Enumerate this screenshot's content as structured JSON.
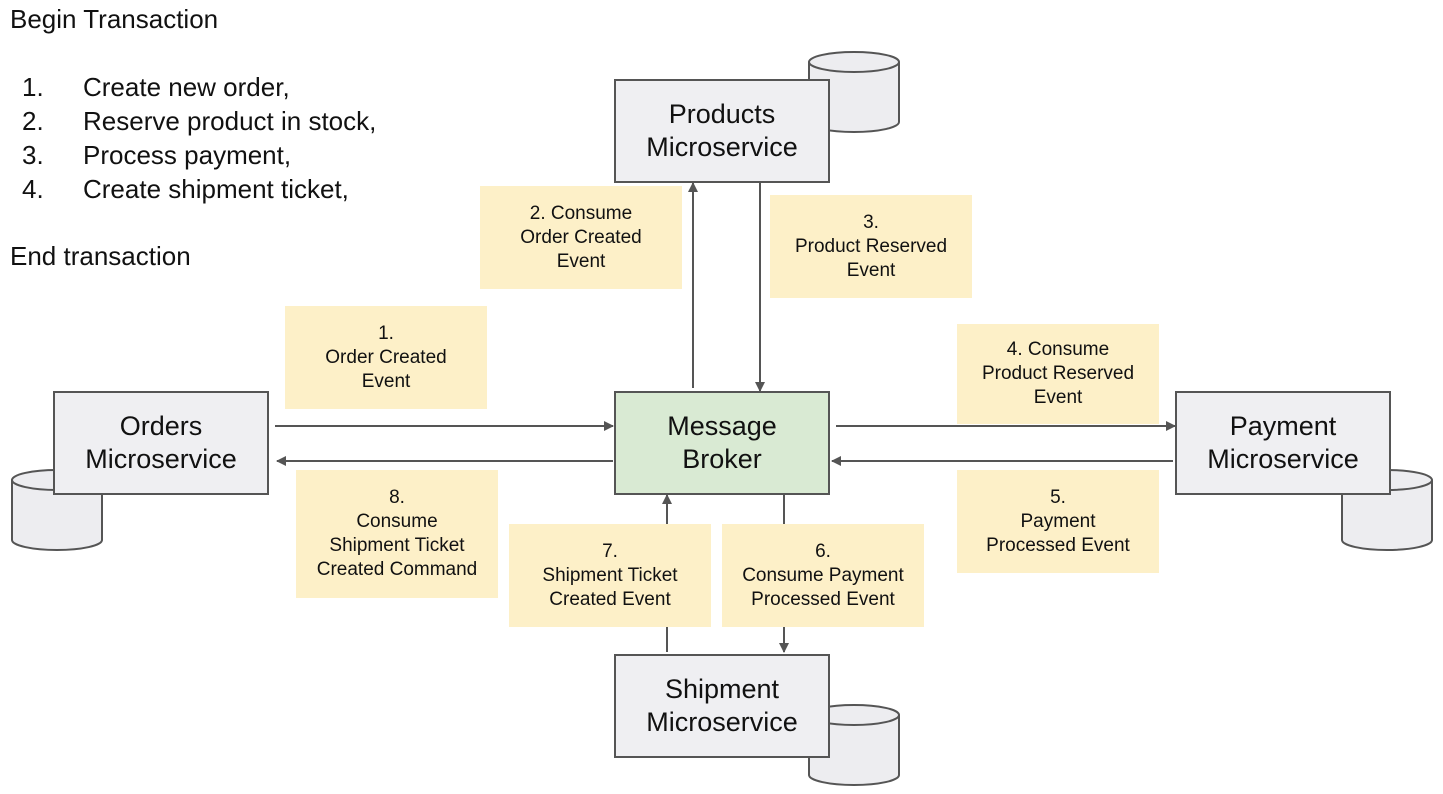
{
  "transaction": {
    "begin": "Begin Transaction",
    "steps": [
      {
        "num": "1.",
        "text": "Create new order,"
      },
      {
        "num": "2.",
        "text": "Reserve product in stock,"
      },
      {
        "num": "3.",
        "text": "Process payment,"
      },
      {
        "num": "4.",
        "text": "Create shipment ticket,"
      }
    ],
    "end": "End transaction"
  },
  "services": {
    "products": [
      "Products",
      "Microservice"
    ],
    "orders": [
      "Orders",
      "Microservice"
    ],
    "broker": [
      "Message",
      "Broker"
    ],
    "payment": [
      "Payment",
      "Microservice"
    ],
    "shipment": [
      "Shipment",
      "Microservice"
    ]
  },
  "notes": {
    "n1": [
      "1.",
      "Order Created",
      "Event"
    ],
    "n2": [
      "2. Consume",
      "Order Created",
      "Event"
    ],
    "n3": [
      "3.",
      "Product Reserved",
      "Event"
    ],
    "n4": [
      "4. Consume",
      "Product Reserved",
      "Event"
    ],
    "n5": [
      "5.",
      "Payment",
      "Processed Event"
    ],
    "n6": [
      "6.",
      "Consume Payment",
      "Processed Event"
    ],
    "n7": [
      "7.",
      "Shipment Ticket",
      "Created Event"
    ],
    "n8": [
      "8.",
      "Consume",
      "Shipment Ticket",
      "Created Command"
    ]
  },
  "colors": {
    "service_fill": "#efeff2",
    "broker_fill": "#d9ead3",
    "note_fill": "#fdf0c8",
    "arrow": "#555555"
  }
}
